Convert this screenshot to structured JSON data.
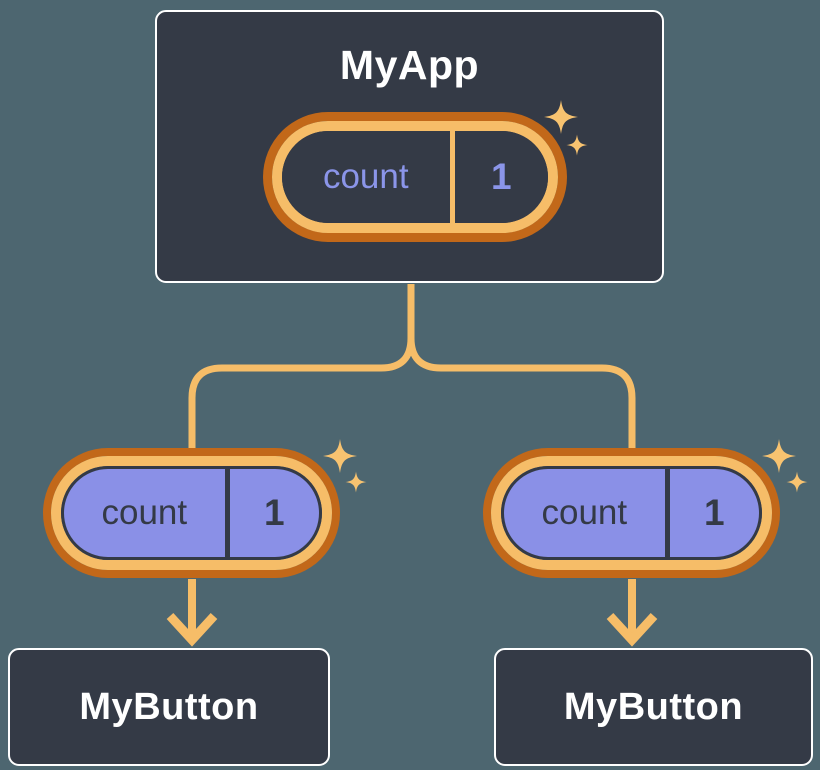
{
  "colors": {
    "page_background": "#4D6670",
    "card_background": "#343A46",
    "card_border": "#FFFFFF",
    "gold_line": "#F6BD68",
    "dark_orange_ring": "#C26819",
    "purple_pill": "#8A90E7",
    "periwinkle_text": "#8B95E9",
    "dark_text": "#343A46",
    "white_text": "#FFFFFF",
    "sparkle_gold": "#F8C370"
  },
  "root_component": {
    "title": "MyApp",
    "state_pill": {
      "label": "count",
      "value": "1"
    },
    "sparkle_icon": "sparkles-icon"
  },
  "child_components": [
    {
      "title": "MyButton",
      "prop_pill": {
        "label": "count",
        "value": "1"
      },
      "sparkle_icon": "sparkles-icon"
    },
    {
      "title": "MyButton",
      "prop_pill": {
        "label": "count",
        "value": "1"
      },
      "sparkle_icon": "sparkles-icon"
    }
  ]
}
